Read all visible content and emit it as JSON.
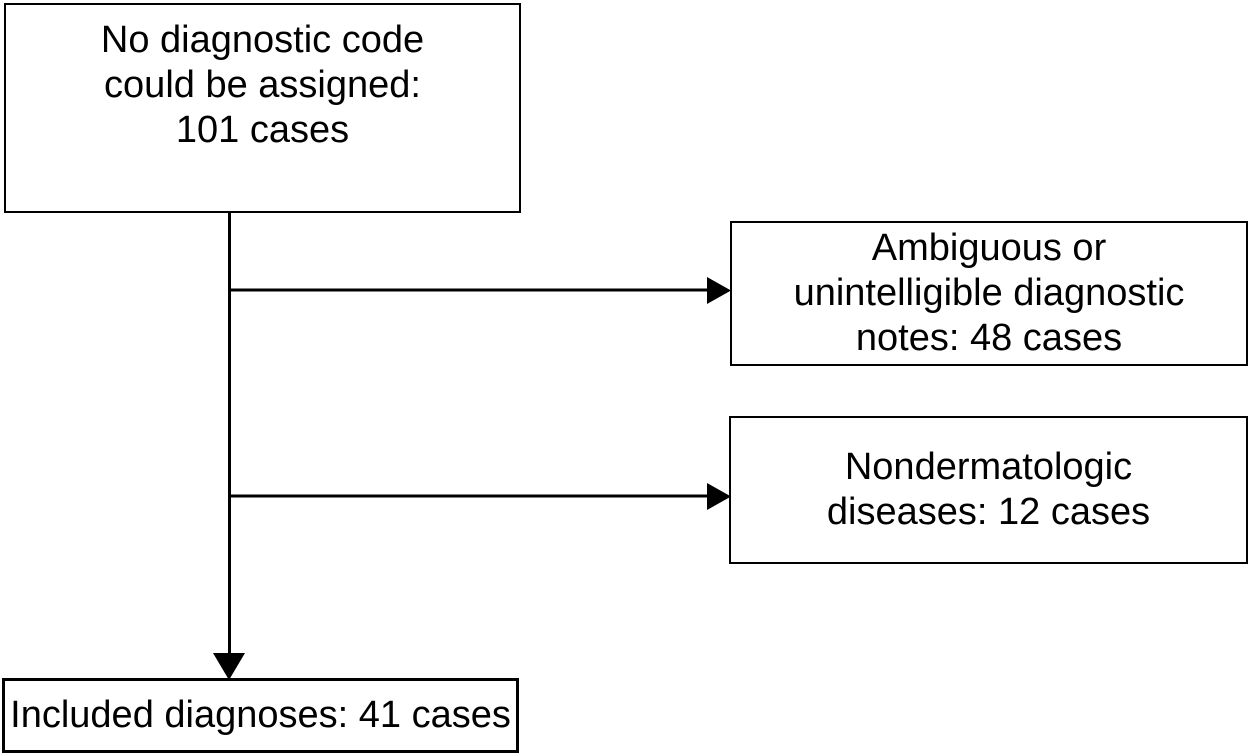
{
  "diagram": {
    "type": "flowchart",
    "colors": {
      "background": "#ffffff",
      "box_border": "#000000",
      "line": "#000000",
      "text": "#000000"
    },
    "nodes": {
      "source": {
        "label": "No diagnostic code\ncould be assigned:\n101 cases",
        "cases": 101
      },
      "excluded_ambiguous": {
        "label": "Ambiguous or\nunintelligible diagnostic\nnotes: 48 cases",
        "cases": 48
      },
      "excluded_nondermatologic": {
        "label": "Nondermatologic\ndiseases: 12 cases",
        "cases": 12
      },
      "included": {
        "label": "Included diagnoses: 41 cases",
        "cases": 41
      }
    },
    "edges": [
      {
        "from": "source",
        "to": "excluded_ambiguous",
        "type": "arrow"
      },
      {
        "from": "source",
        "to": "excluded_nondermatologic",
        "type": "arrow"
      },
      {
        "from": "source",
        "to": "included",
        "type": "arrow"
      }
    ]
  }
}
